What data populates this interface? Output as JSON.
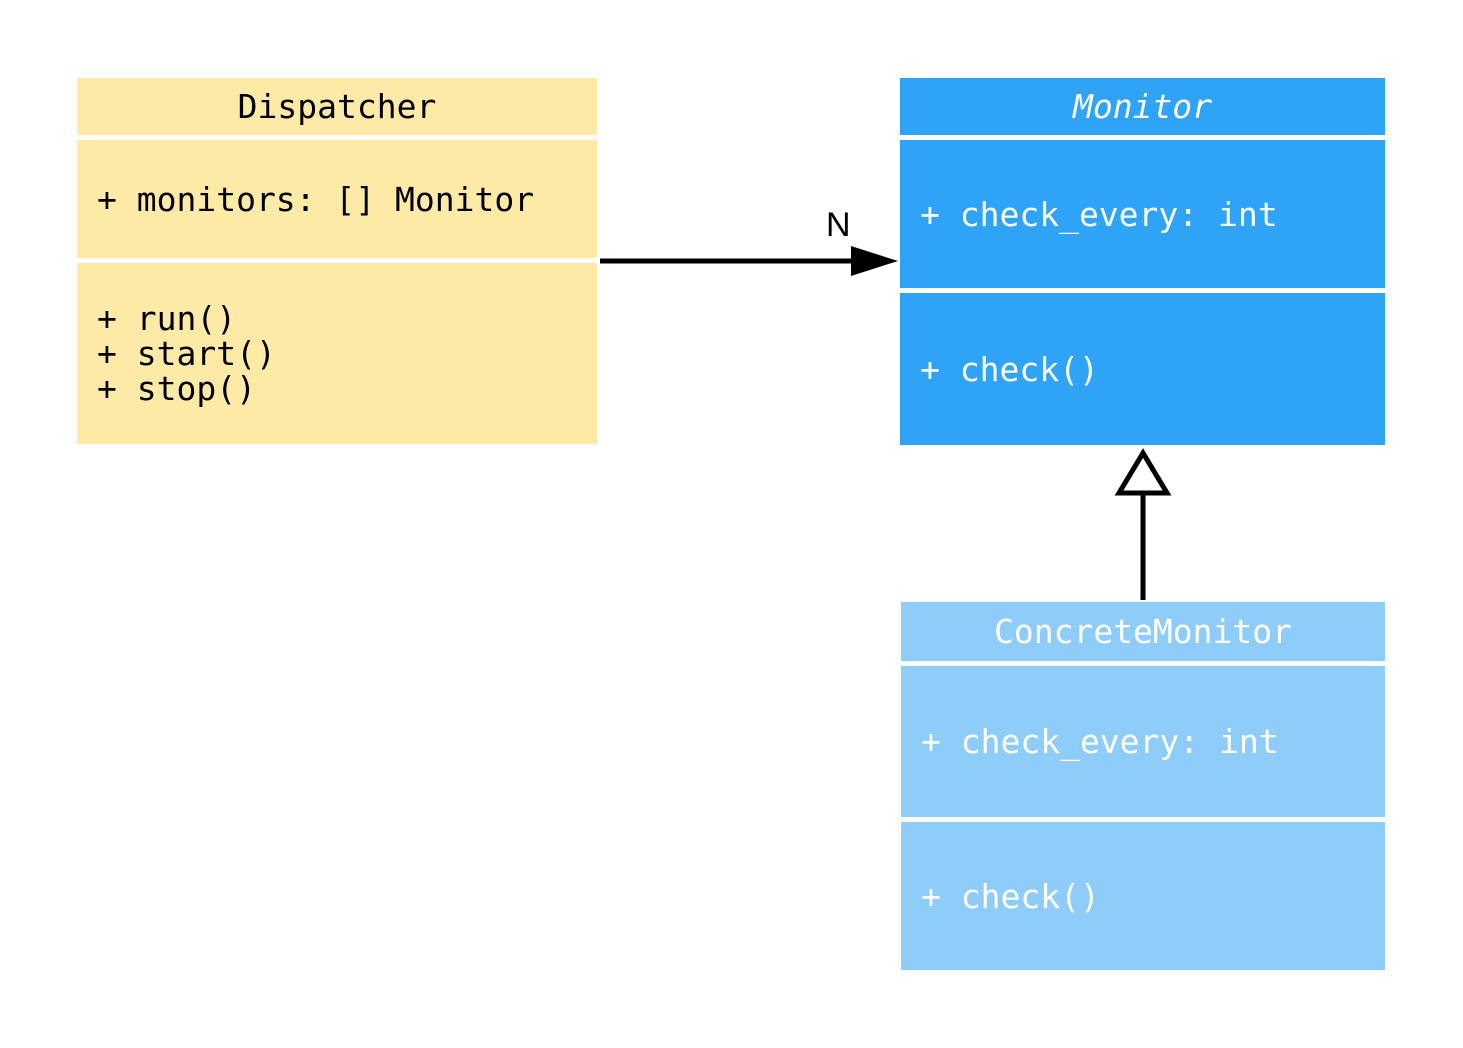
{
  "diagram": {
    "type": "uml-class-diagram",
    "background_color": "#ffffff",
    "classes": [
      {
        "name": "Dispatcher",
        "abstract": false,
        "fill": "#FCEAA6",
        "text_color": "#000000",
        "attributes": [
          "+ monitors: [] Monitor"
        ],
        "methods": [
          "+ run()",
          "+ start()",
          "+ stop()"
        ]
      },
      {
        "name": "Monitor",
        "abstract": true,
        "fill": "#2FA3F6",
        "text_color": "#ffffff",
        "attributes": [
          "+ check_every: int"
        ],
        "methods": [
          "+ check()"
        ]
      },
      {
        "name": "ConcreteMonitor",
        "abstract": false,
        "fill": "#8ECDF9",
        "text_color": "#ffffff",
        "attributes": [
          "+ check_every: int"
        ],
        "methods": [
          "+ check()"
        ]
      }
    ],
    "relations": [
      {
        "type": "association",
        "from": "Dispatcher",
        "to": "Monitor",
        "label": "N",
        "color": "#000000"
      },
      {
        "type": "inheritance",
        "from": "ConcreteMonitor",
        "to": "Monitor",
        "label": "",
        "color": "#000000"
      }
    ]
  }
}
